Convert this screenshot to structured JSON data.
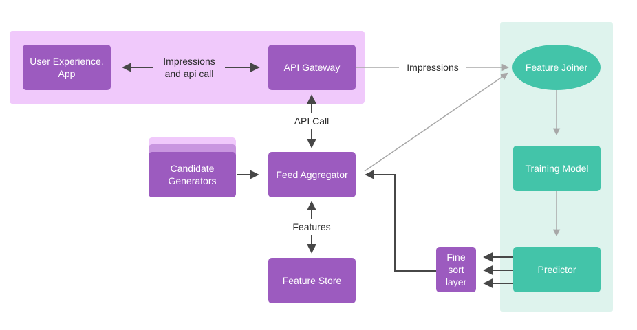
{
  "colors": {
    "purple_node": "#9c5bbf",
    "purple_group": "#f0c9fb",
    "teal_node": "#43c4a9",
    "teal_group": "#def3ed",
    "dark_arrow": "#474747",
    "gray_arrow": "#a8a8a8"
  },
  "nodes": {
    "user_app": "User Experience. App",
    "api_gateway": "API Gateway",
    "candidate_generators": "Candidate Generators",
    "feed_aggregator": "Feed Aggregator",
    "feature_store": "Feature Store",
    "fine_sort": "Fine sort layer",
    "feature_joiner": "Feature Joiner",
    "training_model": "Training Model",
    "predictor": "Predictor"
  },
  "edge_labels": {
    "impressions_api": "Impressions and api call",
    "impressions": "Impressions",
    "api_call": "API Call",
    "features": "Features"
  }
}
